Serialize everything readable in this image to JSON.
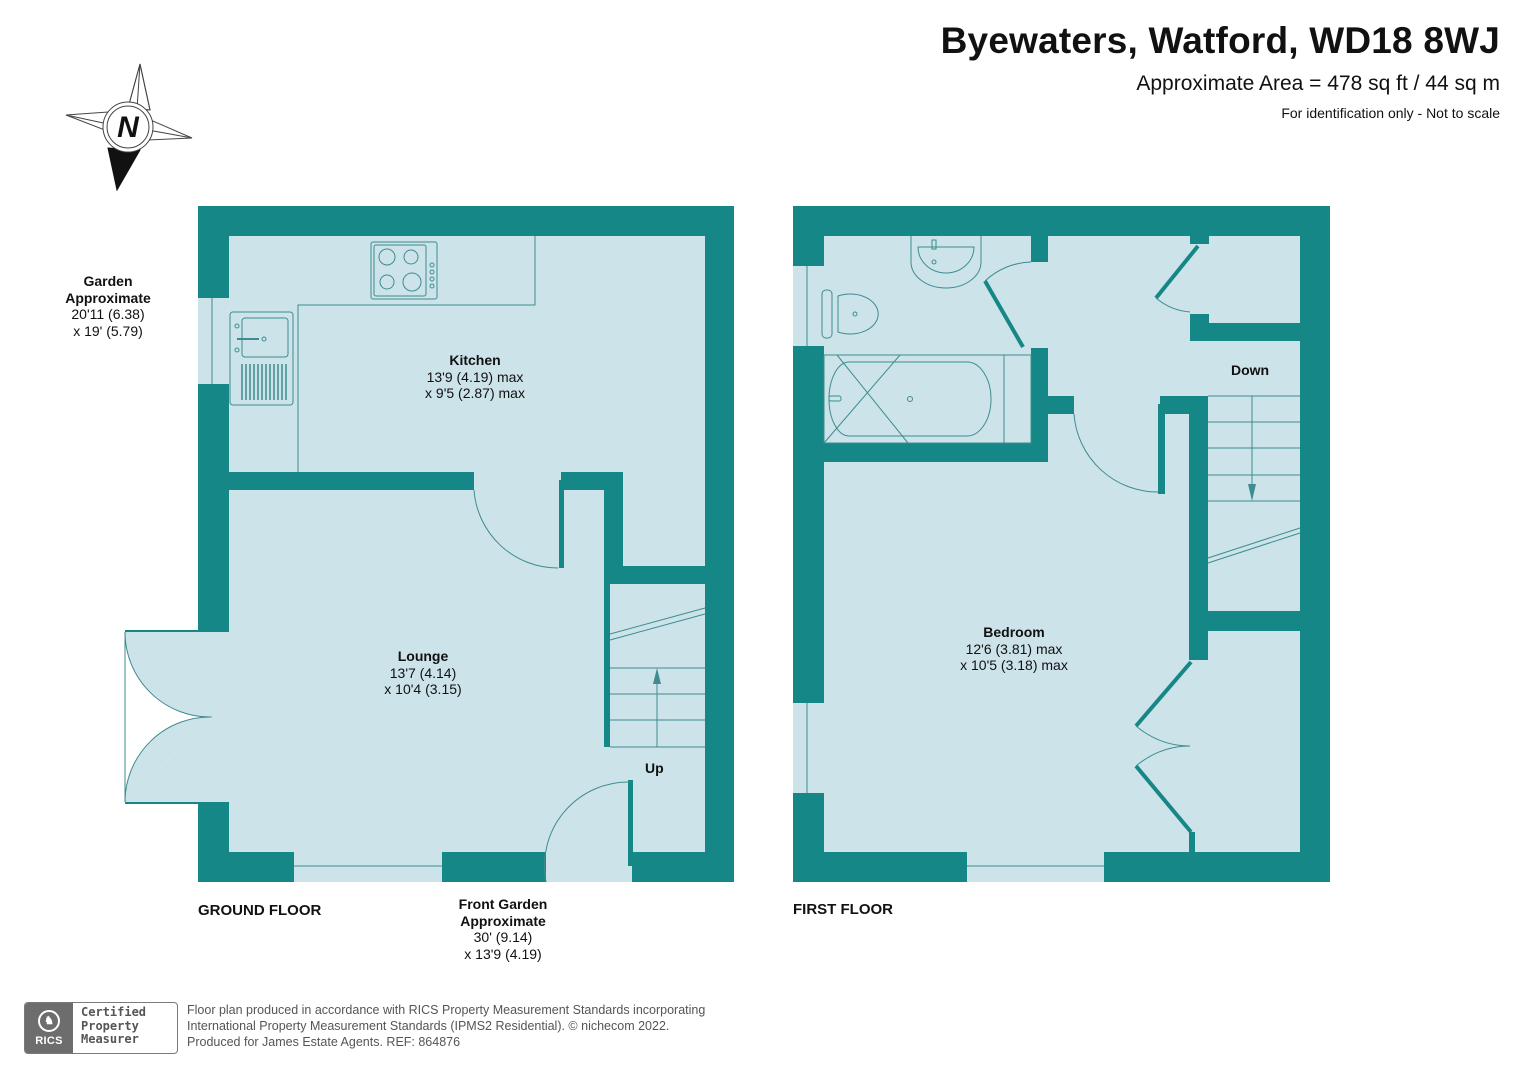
{
  "header": {
    "title": "Byewaters, Watford, WD18 8WJ",
    "area": "Approximate Area = 478 sq ft / 44 sq m",
    "disclaimer": "For identification only - Not to scale"
  },
  "compass": {
    "icon": "north-compass-rose-icon",
    "letter": "N"
  },
  "colors": {
    "wall": "#168787",
    "room_fill": "#CCE3E9",
    "fixture_line": "#3E8C90",
    "text": "#111111",
    "footer_text": "#555555"
  },
  "ground_floor": {
    "label": "GROUND FLOOR",
    "rooms": [
      {
        "name": "Kitchen",
        "dim1": "13'9 (4.19) max",
        "dim2": "x 9'5 (2.87) max"
      },
      {
        "name": "Lounge",
        "dim1": "13'7 (4.14)",
        "dim2": "x 10'4 (3.15)"
      }
    ],
    "stairs_label": "Up",
    "garden": {
      "name": "Garden",
      "sub": "Approximate",
      "dim1": "20'11 (6.38)",
      "dim2": "x 19' (5.79)"
    },
    "front_garden": {
      "name": "Front Garden",
      "sub": "Approximate",
      "dim1": "30' (9.14)",
      "dim2": "x 13'9 (4.19)"
    }
  },
  "first_floor": {
    "label": "FIRST FLOOR",
    "rooms": [
      {
        "name": "Bedroom",
        "dim1": "12'6 (3.81) max",
        "dim2": "x 10'5 (3.18) max"
      }
    ],
    "stairs_label": "Down"
  },
  "footer": {
    "badge": {
      "rics": "RICS",
      "line1": "Certified",
      "line2": "Property",
      "line3": "Measurer"
    },
    "line1": "Floor plan produced in accordance with RICS Property Measurement Standards incorporating",
    "line2": "International Property Measurement Standards (IPMS2 Residential).   © nichecom 2022.",
    "line3": "Produced for James Estate Agents.   REF: 864876"
  }
}
